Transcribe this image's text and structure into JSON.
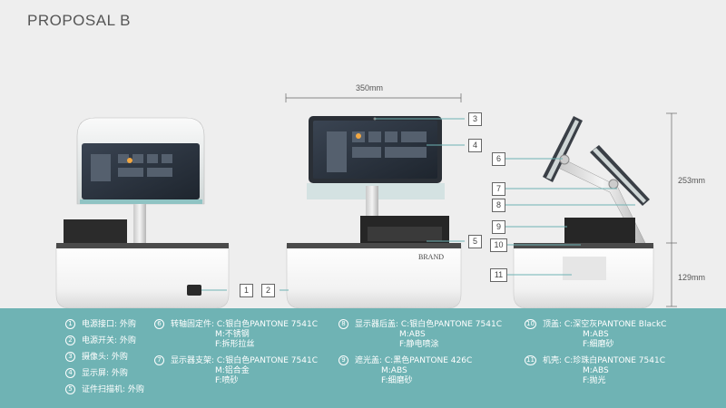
{
  "title": "PROPOSAL B",
  "dimensions": {
    "width_label": "350mm",
    "height_top_label": "253mm",
    "height_bottom_label": "129mm"
  },
  "callouts": [
    "1",
    "2",
    "3",
    "4",
    "5",
    "6",
    "7",
    "8",
    "9",
    "10",
    "11"
  ],
  "brand_label": "BRAND",
  "legend": {
    "col1": [
      {
        "num": "1",
        "text": "电源接口: 外购"
      },
      {
        "num": "2",
        "text": "电源开关: 外购"
      },
      {
        "num": "3",
        "text": "摄像头: 外购"
      },
      {
        "num": "4",
        "text": "显示屏: 外购"
      },
      {
        "num": "5",
        "text": "证件扫描机: 外购"
      }
    ],
    "col2": [
      {
        "num": "6",
        "lines": [
          "转轴固定件: C:银白色PANTONE 7541C",
          "M:不锈钢",
          "F:拆形拉丝"
        ]
      },
      {
        "num": "7",
        "lines": [
          "显示器支架: C:银白色PANTONE 7541C",
          "M:铝合金",
          "F:喷砂"
        ]
      }
    ],
    "col3": [
      {
        "num": "8",
        "lines": [
          "显示器后盖: C:银白色PANTONE 7541C",
          "M:ABS",
          "F:静电喷涂"
        ]
      },
      {
        "num": "9",
        "lines": [
          "遮光盖: C:黑色PANTONE 426C",
          "M:ABS",
          "F:细磨砂"
        ]
      }
    ],
    "col4": [
      {
        "num": "10",
        "lines": [
          "顶盖: C:深空灰PANTONE BlackC",
          "M:ABS",
          "F:细磨砂"
        ]
      },
      {
        "num": "11",
        "lines": [
          "机壳: C:珍珠白PANTONE 7541C",
          "M:ABS",
          "F:抛光"
        ]
      }
    ]
  },
  "colors": {
    "background": "#eeeeee",
    "footer": "#6fb3b4",
    "callout_line": "#6fb3b4",
    "shell": "#f6f6f6",
    "top_cover": "#2b2b2b",
    "screen": "#2f3a46"
  }
}
